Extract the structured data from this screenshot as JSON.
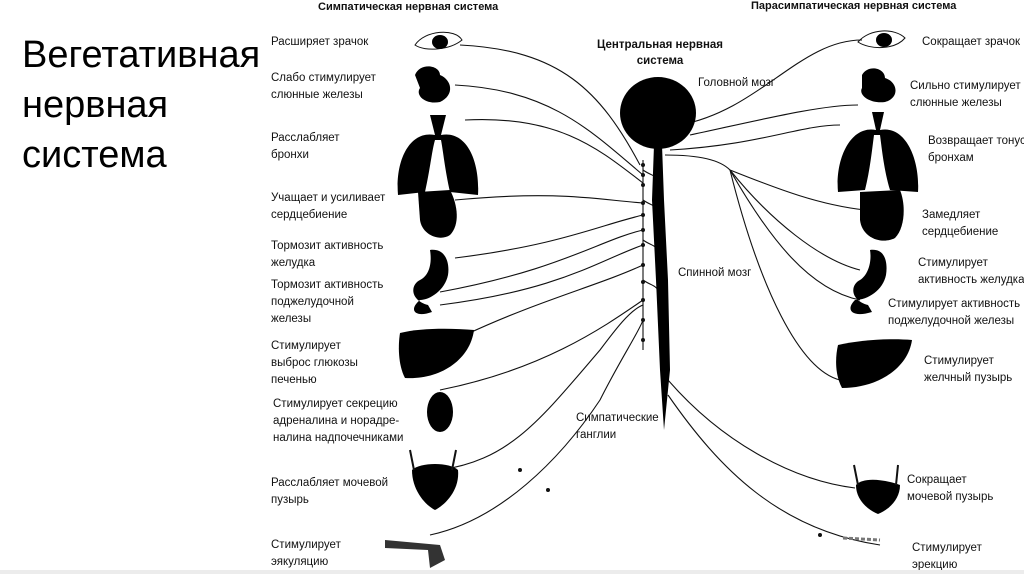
{
  "title": [
    "Вегетативная",
    "нервная",
    "система"
  ],
  "headers": {
    "sympathetic": "Симпатическая нервная система",
    "parasympathetic": "Парасимпатическая нервная система",
    "central": [
      "Центральная нервная",
      "система"
    ]
  },
  "center_labels": {
    "brain": "Головной мозг",
    "spinal_cord": "Спинной мозг",
    "ganglia": [
      "Симпатические",
      "ганглии"
    ]
  },
  "sympathetic_effects": [
    {
      "organ": "eye",
      "text": [
        "Расширяет зрачок"
      ]
    },
    {
      "organ": "salivary-glands",
      "text": [
        "Слабо стимулирует",
        "слюнные железы"
      ]
    },
    {
      "organ": "lungs",
      "text": [
        "Расслабляет",
        "бронхи"
      ]
    },
    {
      "organ": "heart",
      "text": [
        "Учащает и усиливает",
        "сердцебиение"
      ]
    },
    {
      "organ": "stomach",
      "text": [
        "Тормозит активность",
        "желудка"
      ]
    },
    {
      "organ": "pancreas",
      "text": [
        "Тормозит активность",
        "поджелудочной",
        "железы"
      ]
    },
    {
      "organ": "liver",
      "text": [
        "Стимулирует",
        "выброс глюкозы",
        "печенью"
      ]
    },
    {
      "organ": "adrenal",
      "text": [
        "Стимулирует секрецию",
        "адреналина и норадре-",
        "налина надпочечниками"
      ]
    },
    {
      "organ": "bladder",
      "text": [
        "Расслабляет мочевой",
        "пузырь"
      ]
    },
    {
      "organ": "genitals",
      "text": [
        "Стимулирует",
        "эякуляцию"
      ]
    }
  ],
  "parasympathetic_effects": [
    {
      "organ": "eye",
      "text": [
        "Сокращает зрачок"
      ]
    },
    {
      "organ": "salivary-glands",
      "text": [
        "Сильно стимулирует",
        "слюнные железы"
      ]
    },
    {
      "organ": "lungs",
      "text": [
        "Возвращает тонус",
        "бронхам"
      ]
    },
    {
      "organ": "heart",
      "text": [
        "Замедляет",
        "сердцебиение"
      ]
    },
    {
      "organ": "stomach",
      "text": [
        "Стимулирует",
        "активность желудка"
      ]
    },
    {
      "organ": "pancreas",
      "text": [
        "Стимулирует активность",
        "поджелудочной железы"
      ]
    },
    {
      "organ": "gallbladder",
      "text": [
        "Стимулирует",
        "желчный пузырь"
      ]
    },
    {
      "organ": "bladder",
      "text": [
        "Сокращает",
        "мочевой пузырь"
      ]
    },
    {
      "organ": "genitals",
      "text": [
        "Стимулирует",
        "эрекцию"
      ]
    }
  ]
}
